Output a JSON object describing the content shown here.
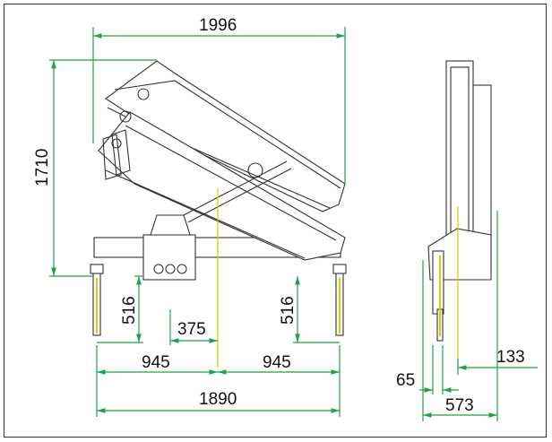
{
  "drawing": {
    "dimensions": {
      "overall_reach": "1996",
      "overall_height": "1710",
      "leg_height_left": "516",
      "leg_height_right": "516",
      "pivot_offset": "375",
      "half_width_left": "945",
      "half_width_right": "945",
      "total_width": "1890",
      "side_offset_small": "65",
      "side_offset_right": "133",
      "side_total": "573"
    },
    "colors": {
      "dimension_lines": "#22a04a",
      "machine_outline": "#333333",
      "center_axis": "#e8c200"
    }
  }
}
